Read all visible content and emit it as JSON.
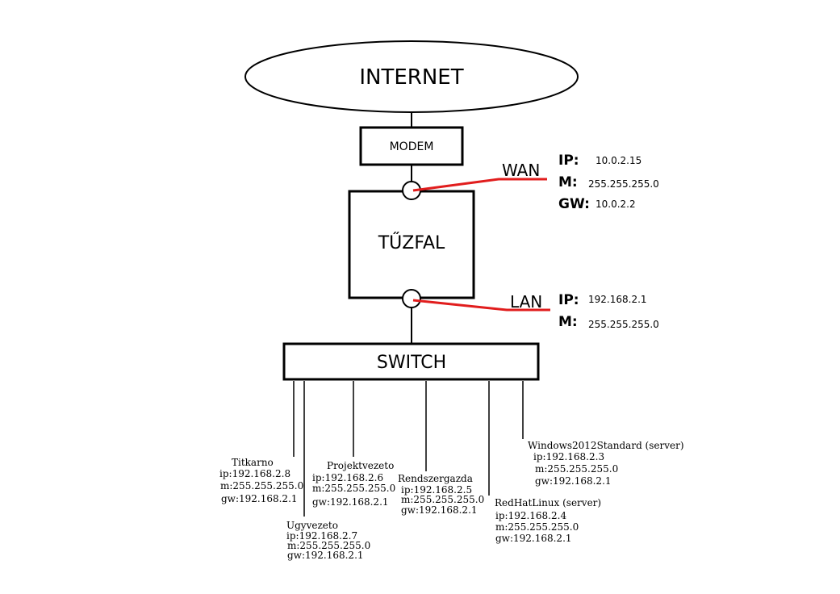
{
  "colors": {
    "line": "#000000",
    "link": "#e11d1d",
    "background": "#ffffff"
  },
  "nodes": {
    "internet": "INTERNET",
    "modem": "MODEM",
    "firewall": "TŰZFAL",
    "switch": "SWITCH"
  },
  "wan": {
    "label": "WAN",
    "ip_key": "IP:",
    "ip": "10.0.2.15",
    "m_key": "M:",
    "m": "255.255.255.0",
    "gw_key": "GW:",
    "gw": "10.0.2.2"
  },
  "lan": {
    "label": "LAN",
    "ip_key": "IP:",
    "ip": "192.168.2.1",
    "m_key": "M:",
    "m": "255.255.255.0"
  },
  "hosts": [
    {
      "name": "Titkarno",
      "ip": "ip:192.168.2.8",
      "m": "m:255.255.255.0",
      "gw": "gw:192.168.2.1"
    },
    {
      "name": "Ugyvezeto",
      "ip": "ip:192.168.2.7",
      "m": "m:255.255.255.0",
      "gw": "gw:192.168.2.1"
    },
    {
      "name": "Projektvezeto",
      "ip": "ip:192.168.2.6",
      "m": "m:255.255.255.0",
      "gw": "gw:192.168.2.1"
    },
    {
      "name": "Rendszergazda",
      "ip": "ip:192.168.2.5",
      "m": "m:255.255.255.0",
      "gw": "gw:192.168.2.1"
    },
    {
      "name": "RedHatLinux (server)",
      "ip": "ip:192.168.2.4",
      "m": "m:255.255.255.0",
      "gw": "gw:192.168.2.1"
    },
    {
      "name": "Windows2012Standard (server)",
      "ip": "ip:192.168.2.3",
      "m": "m:255.255.255.0",
      "gw": "gw:192.168.2.1"
    }
  ]
}
